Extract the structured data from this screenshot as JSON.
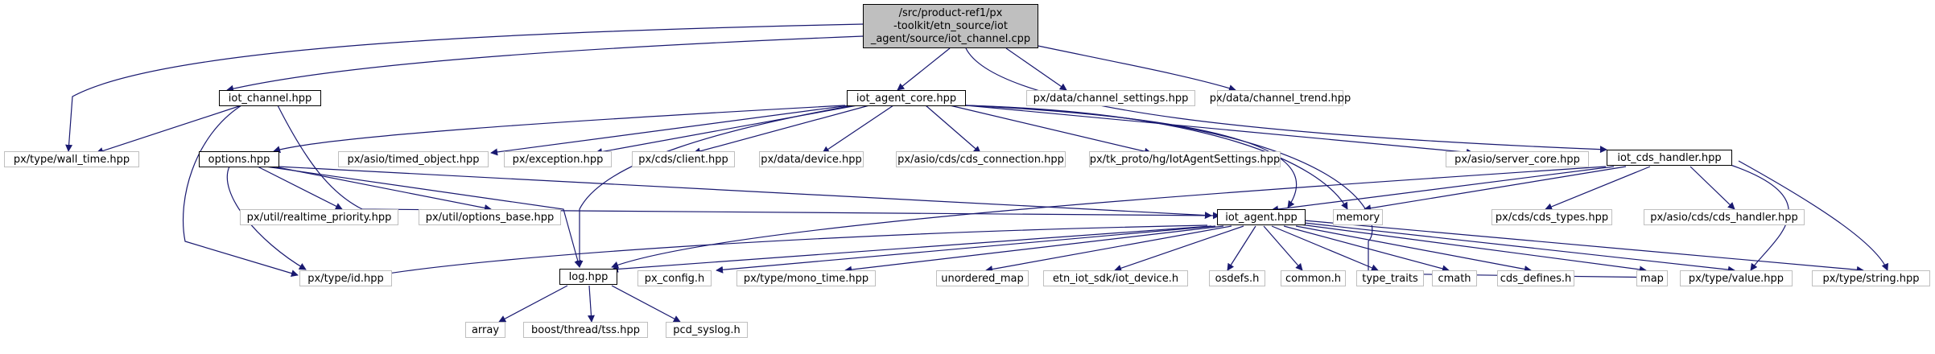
{
  "colors": {
    "edge": "#191970",
    "root_fill": "#bfbfbf",
    "external_border": "#bfbfbf",
    "local_border": "#000000"
  },
  "nodes": {
    "root_line1": "/src/product-ref1/px",
    "root_line2": "-toolkit/etn_source/iot",
    "root_line3": "_agent/source/iot_channel.cpp",
    "iot_channel_hpp": "iot_channel.hpp",
    "iot_agent_core_hpp": "iot_agent_core.hpp",
    "channel_settings_hpp": "px/data/channel_settings.hpp",
    "channel_trend_hpp": "px/data/channel_trend.hpp",
    "wall_time_hpp": "px/type/wall_time.hpp",
    "options_hpp": "options.hpp",
    "timed_object_hpp": "px/asio/timed_object.hpp",
    "exception_hpp": "px/exception.hpp",
    "client_hpp": "px/cds/client.hpp",
    "device_hpp": "px/data/device.hpp",
    "cds_connection_hpp": "px/asio/cds/cds_connection.hpp",
    "iot_agent_settings_hpp": "px/tk_proto/hg/IotAgentSettings.hpp",
    "server_core_hpp": "px/asio/server_core.hpp",
    "iot_cds_handler_hpp": "iot_cds_handler.hpp",
    "realtime_priority_hpp": "px/util/realtime_priority.hpp",
    "options_base_hpp": "px/util/options_base.hpp",
    "iot_agent_hpp": "iot_agent.hpp",
    "memory": "memory",
    "cds_types_hpp": "px/cds/cds_types.hpp",
    "cds_handler_hpp": "px/asio/cds/cds_handler.hpp",
    "id_hpp": "px/type/id.hpp",
    "log_hpp": "log.hpp",
    "px_config_h": "px_config.h",
    "mono_time_hpp": "px/type/mono_time.hpp",
    "unordered_map": "unordered_map",
    "iot_device_h": "etn_iot_sdk/iot_device.h",
    "osdefs_h": "osdefs.h",
    "common_h": "common.h",
    "type_traits": "type_traits",
    "cmath": "cmath",
    "cds_defines_h": "cds_defines.h",
    "map": "map",
    "value_hpp": "px/type/value.hpp",
    "string_hpp": "px/type/string.hpp",
    "array": "array",
    "tss_hpp": "boost/thread/tss.hpp",
    "pcd_syslog_h": "pcd_syslog.h"
  }
}
